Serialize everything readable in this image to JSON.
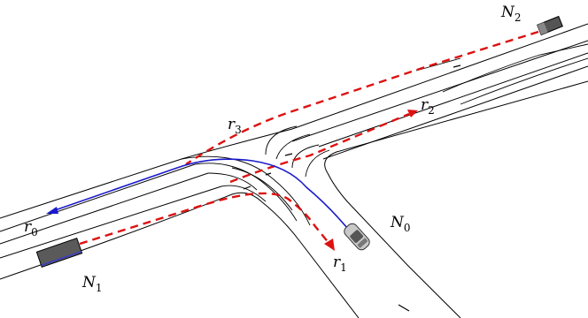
{
  "labels": {
    "r0": {
      "base": "r",
      "sub": "0"
    },
    "r1": {
      "base": "r",
      "sub": "1"
    },
    "r2": {
      "base": "r",
      "sub": "2"
    },
    "r3": {
      "base": "r",
      "sub": "3"
    },
    "N0": {
      "base": "N",
      "sub": "0"
    },
    "N1": {
      "base": "N",
      "sub": "1"
    },
    "N2": {
      "base": "N",
      "sub": "2"
    }
  },
  "colors": {
    "road_edge": "#000000",
    "ego_route": "#1a1acc",
    "predicted_routes": "#dd1111",
    "vehicle_body": "#555555",
    "ego_car": "#bbbbbb"
  }
}
